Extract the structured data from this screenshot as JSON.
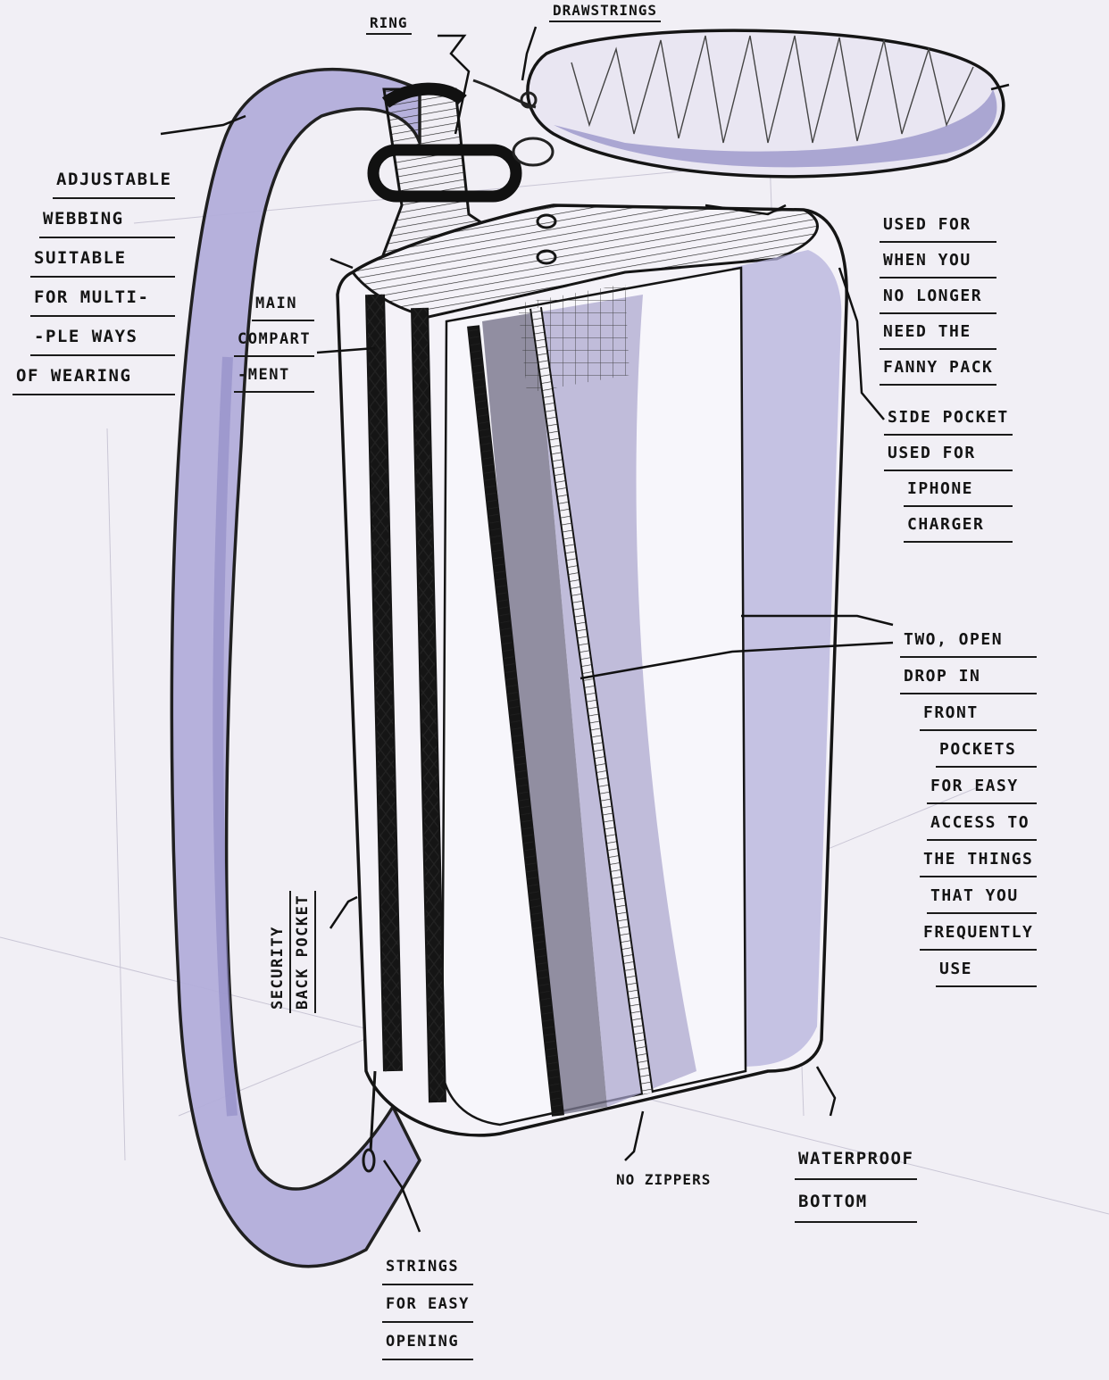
{
  "annotations": {
    "ring": "RING",
    "drawstrings": "DRAWSTRINGS",
    "adjustable_webbing": [
      "ADJUSTABLE",
      "WEBBING",
      "SUITABLE",
      "FOR MULTI-",
      "-PLE WAYS",
      "OF WEARING"
    ],
    "main_compartment": [
      "MAIN",
      "COMPART",
      "-MENT"
    ],
    "fanny_pack_use": [
      "USED FOR",
      "WHEN YOU",
      "NO LONGER",
      "NEED THE",
      "FANNY PACK"
    ],
    "side_pocket": [
      "SIDE POCKET",
      "USED FOR",
      "IPHONE",
      "CHARGER"
    ],
    "front_pockets": [
      "TWO, OPEN",
      "DROP IN",
      "FRONT",
      "POCKETS",
      "FOR EASY",
      "ACCESS TO",
      "THE THINGS",
      "THAT YOU",
      "FREQUENTLY",
      "USE"
    ],
    "security_back_pocket": [
      "SECURITY",
      "BACK POCKET"
    ],
    "no_zippers": "NO ZIPPERS",
    "waterproof_bottom": [
      "WATERPROOF",
      "BOTTOM"
    ],
    "strings_opening": [
      "STRINGS",
      "FOR EASY",
      "OPENING"
    ]
  },
  "colors": {
    "paper": "#f1eff5",
    "ink": "#141414",
    "marker_lavender": "#a8a3cf",
    "marker_gray": "#6f6c80"
  }
}
